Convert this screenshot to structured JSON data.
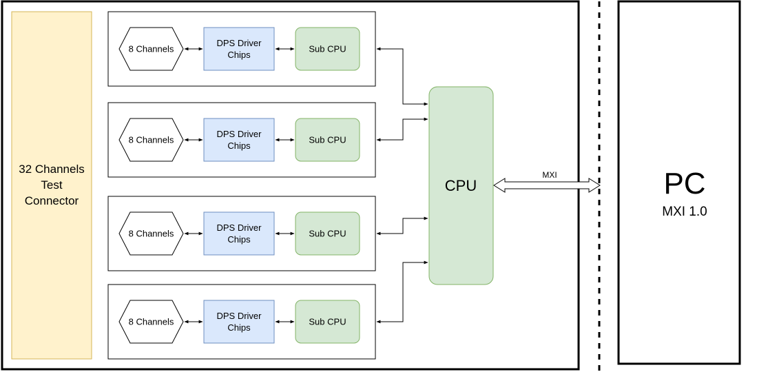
{
  "connector": {
    "lines": [
      "32 Channels",
      "Test",
      "Connector"
    ],
    "fill": "#fff2cc",
    "stroke": "#d6b656"
  },
  "modules": [
    {
      "channels_label": "8 Channels",
      "driver_lines": [
        "DPS Driver",
        "Chips"
      ],
      "sub_cpu_label": "Sub CPU"
    },
    {
      "channels_label": "8 Channels",
      "driver_lines": [
        "DPS Driver",
        "Chips"
      ],
      "sub_cpu_label": "Sub CPU"
    },
    {
      "channels_label": "8 Channels",
      "driver_lines": [
        "DPS Driver",
        "Chips"
      ],
      "sub_cpu_label": "Sub CPU"
    },
    {
      "channels_label": "8 Channels",
      "driver_lines": [
        "DPS Driver",
        "Chips"
      ],
      "sub_cpu_label": "Sub CPU"
    }
  ],
  "cpu": {
    "label": "CPU",
    "fill": "#d5e8d4",
    "stroke": "#82b366"
  },
  "driver_colors": {
    "fill": "#dae8fc",
    "stroke": "#6c8ebf"
  },
  "link": {
    "label": "MXI"
  },
  "pc": {
    "title": "PC",
    "subtitle": "MXI 1.0"
  }
}
